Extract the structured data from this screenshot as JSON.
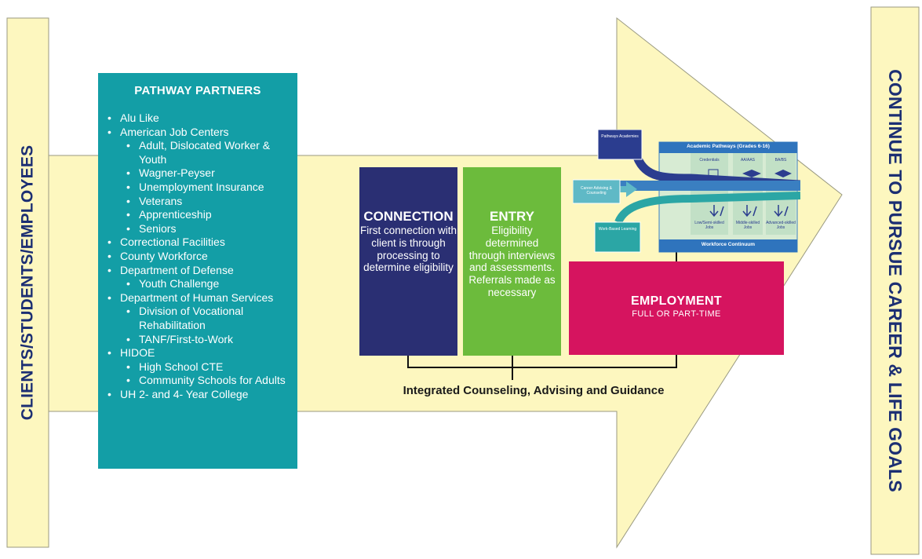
{
  "left_label": "CLIENTS/STUDENTS/EMPLOYEES",
  "right_label": "CONTINUE TO PURSUE CAREER & LIFE GOALS",
  "partners": {
    "title": "PATHWAY PARTNERS",
    "items": [
      {
        "level": 1,
        "text": "Alu Like"
      },
      {
        "level": 1,
        "text": "American Job Centers"
      },
      {
        "level": 2,
        "text": "Adult, Dislocated Worker & Youth"
      },
      {
        "level": 2,
        "text": "Wagner-Peyser"
      },
      {
        "level": 2,
        "text": "Unemployment Insurance"
      },
      {
        "level": 2,
        "text": "Veterans"
      },
      {
        "level": 2,
        "text": "Apprenticeship"
      },
      {
        "level": 2,
        "text": "Seniors"
      },
      {
        "level": 1,
        "text": "Correctional Facilities"
      },
      {
        "level": 1,
        "text": "County Workforce"
      },
      {
        "level": 1,
        "text": "Department of Defense"
      },
      {
        "level": 2,
        "text": "Youth Challenge"
      },
      {
        "level": 1,
        "text": "Department of Human Services"
      },
      {
        "level": 2,
        "text": "Division of Vocational Rehabilitation"
      },
      {
        "level": 2,
        "text": "TANF/First-to-Work"
      },
      {
        "level": 1,
        "text": "HIDOE"
      },
      {
        "level": 2,
        "text": "High School CTE"
      },
      {
        "level": 2,
        "text": "Community Schools for Adults"
      },
      {
        "level": 1,
        "text": "UH 2- and 4- Year College"
      }
    ]
  },
  "connection": {
    "title": "CONNECTION",
    "desc": "First connection with client is through processing to determine eligibility"
  },
  "entry": {
    "title": "ENTRY",
    "desc": "Eligibility determined through interviews and assessments. Referrals made as necessary"
  },
  "employment": {
    "title": "EMPLOYMENT",
    "desc": "FULL OR PART-TIME"
  },
  "guidance": "Integrated Counseling, Advising and Guidance",
  "inset": {
    "header": "Academic Pathways (Grades 6-16)",
    "footer": "Workforce Continuum",
    "pathways_label": "Pathways Academies",
    "career_advising": "Career Advising & Counseling",
    "work_based": "Work-Based Learning",
    "credentials": "Credentials",
    "aa_aas": "AA/AAS",
    "ba_bs": "BA/BS",
    "low_skilled": "Low/Semi-skilled Jobs",
    "middle_skilled": "Middle-skilled Jobs",
    "advanced": "Advanced-skilled Jobs"
  },
  "colors": {
    "yellow_fill": "#fdf7bf",
    "partners_teal": "#139ea6",
    "connection_navy": "#2a2f73",
    "entry_green": "#6cbb3c",
    "employment_magenta": "#d6145f",
    "label_blue": "#1c2f73"
  }
}
